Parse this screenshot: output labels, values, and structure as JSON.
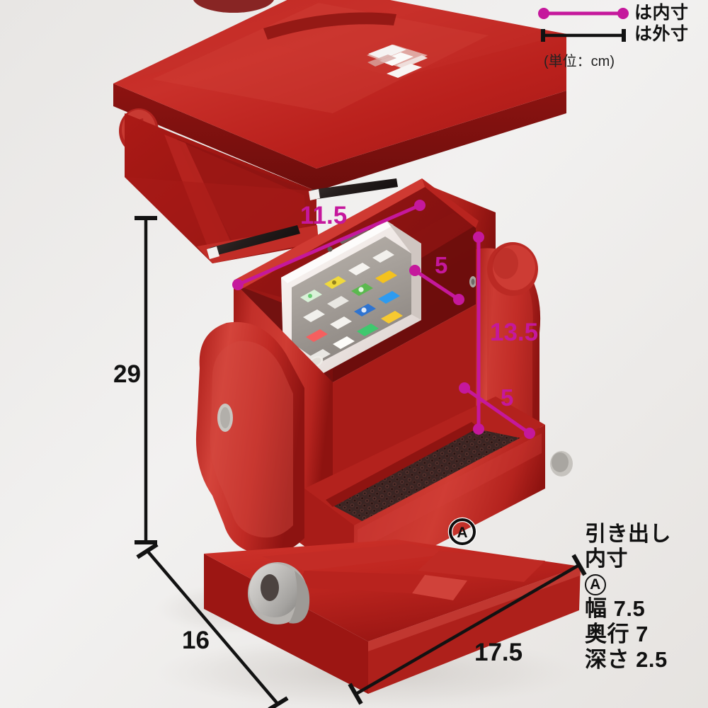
{
  "legend": {
    "inner_label": "は内寸",
    "outer_label": "は外寸",
    "unit_note": "(単位：cm)",
    "inner_color": "#c5189c",
    "outer_color": "#121212"
  },
  "dimensions": {
    "inner": [
      {
        "name": "inner-width-top",
        "value": "11.5",
        "unit": "cm"
      },
      {
        "name": "inner-depth-upper",
        "value": "5",
        "unit": "cm"
      },
      {
        "name": "inner-height",
        "value": "13.5",
        "unit": "cm"
      },
      {
        "name": "inner-depth-lower",
        "value": "5",
        "unit": "cm"
      }
    ],
    "outer": [
      {
        "name": "outer-height",
        "value": "29",
        "unit": "cm"
      },
      {
        "name": "outer-depth",
        "value": "16",
        "unit": "cm"
      },
      {
        "name": "outer-width",
        "value": "17.5",
        "unit": "cm"
      }
    ]
  },
  "marker": {
    "label": "A"
  },
  "info_panel": {
    "title_line1": "引き出し",
    "title_line2": "内寸",
    "marker": "A",
    "width_label": "幅 7.5",
    "depth_label": "奥行 7",
    "height_label": "深さ 2.5"
  },
  "product": {
    "body_color": "#c8231f",
    "body_color_dark": "#8e1512",
    "body_color_light": "#e0433a",
    "mat_color": "#3a2220",
    "knob_color": "#b9b7b4",
    "background_color": "#eeecea"
  },
  "chart_data": {
    "type": "table",
    "title": "寸法表示 (単位：cm)",
    "categories": [
      "11.5",
      "5",
      "13.5",
      "5",
      "29",
      "16",
      "17.5",
      "幅 7.5",
      "奥行 7",
      "深さ 2.5"
    ],
    "values": [
      11.5,
      5,
      13.5,
      5,
      29,
      16,
      17.5,
      7.5,
      7,
      2.5
    ]
  }
}
